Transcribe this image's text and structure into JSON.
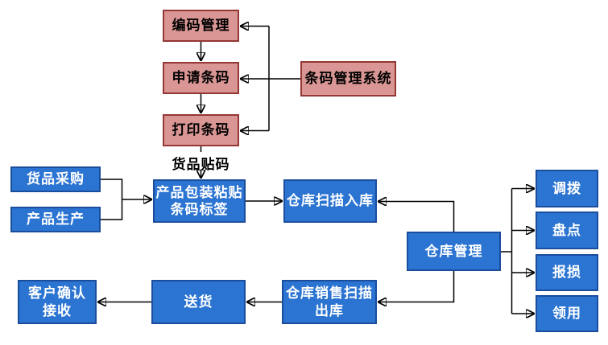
{
  "diagram": {
    "type": "flowchart",
    "language": "zh-CN",
    "topic": "条码管理系统流程图"
  },
  "colors": {
    "pink_fill": "#d99694",
    "pink_border": "#953735",
    "blue_fill": "#2b74d2",
    "blue_border": "#1b4d9d",
    "connector": "#000000",
    "text_on_pink": "#000000",
    "text_on_blue": "#ffffff",
    "background": "#ffffff"
  },
  "nodes": {
    "coding_management": "编码管理",
    "request_barcode": "申请条码",
    "print_barcode": "打印条码",
    "barcode_system": "条码管理系统",
    "goods_labeling": "货品贴码",
    "goods_purchase": "货品采购",
    "product_production": "产品生产",
    "packaging_label": "产品包装粘贴\n条码标签",
    "warehouse_scan_in": "仓库扫描入库",
    "warehouse_management": "仓库管理",
    "transfer": "调拨",
    "stocktake": "盘点",
    "damage_report": "报损",
    "requisition": "领用",
    "customer_confirm": "客户确认\n接收",
    "delivery": "送货",
    "sales_scan_out": "仓库销售扫描\n出库"
  },
  "flows": [
    "编码管理 → 申请条码",
    "申请条码 → 打印条码",
    "条码管理系统 → 编码管理 / 申请条码 / 打印条码",
    "打印条码 → (货品贴码) → 产品包装粘贴条码标签",
    "货品采购 / 产品生产 → 产品包装粘贴条码标签",
    "产品包装粘贴条码标签 → 仓库扫描入库",
    "仓库管理 → 仓库扫描入库",
    "仓库管理 → 调拨 / 盘点 / 报损 / 领用",
    "仓库管理 → 仓库销售扫描出库",
    "仓库销售扫描出库 → 送货",
    "送货 → 客户确认接收"
  ]
}
